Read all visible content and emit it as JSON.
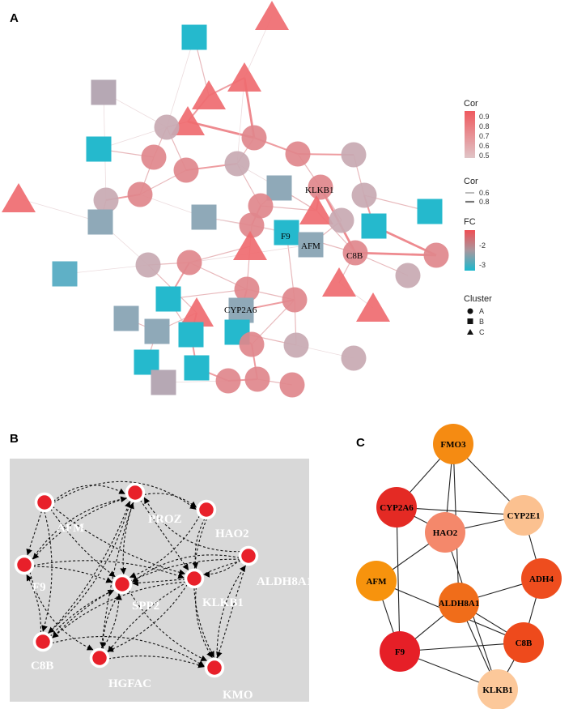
{
  "panels": {
    "a": {
      "label": "A",
      "gene_labels": [
        "KLKB1",
        "F9",
        "AFM",
        "C8B",
        "CYP2A6"
      ],
      "legend": {
        "cor_color_title": "Cor",
        "cor_color_ticks": [
          "0.9",
          "0.8",
          "0.7",
          "0.6",
          "0.5"
        ],
        "cor_width_title": "Cor",
        "cor_width_ticks": [
          "0.6",
          "0.8"
        ],
        "fc_title": "FC",
        "fc_ticks": [
          "-2",
          "-3"
        ],
        "cluster_title": "Cluster",
        "cluster_items": [
          "A",
          "B",
          "C"
        ]
      },
      "colors": {
        "high": "#ef5a5f",
        "low": "#1cb8cd",
        "neutral": "#c4aab3"
      }
    },
    "b": {
      "label": "B",
      "genes": [
        "AFM",
        "PROZ",
        "HAO2",
        "F9",
        "SPP2",
        "KLKB1",
        "ALDH8A1",
        "C8B",
        "HGFAC",
        "KMO"
      ],
      "colors": {
        "background": "#d8d8d8",
        "node": "#e8202a"
      }
    },
    "c": {
      "label": "C",
      "genes": [
        "FMO3",
        "CYP2A6",
        "CYP2E1",
        "HAO2",
        "AFM",
        "ADH4",
        "ALDH8A1",
        "C8B",
        "F9",
        "KLKB1"
      ]
    }
  }
}
